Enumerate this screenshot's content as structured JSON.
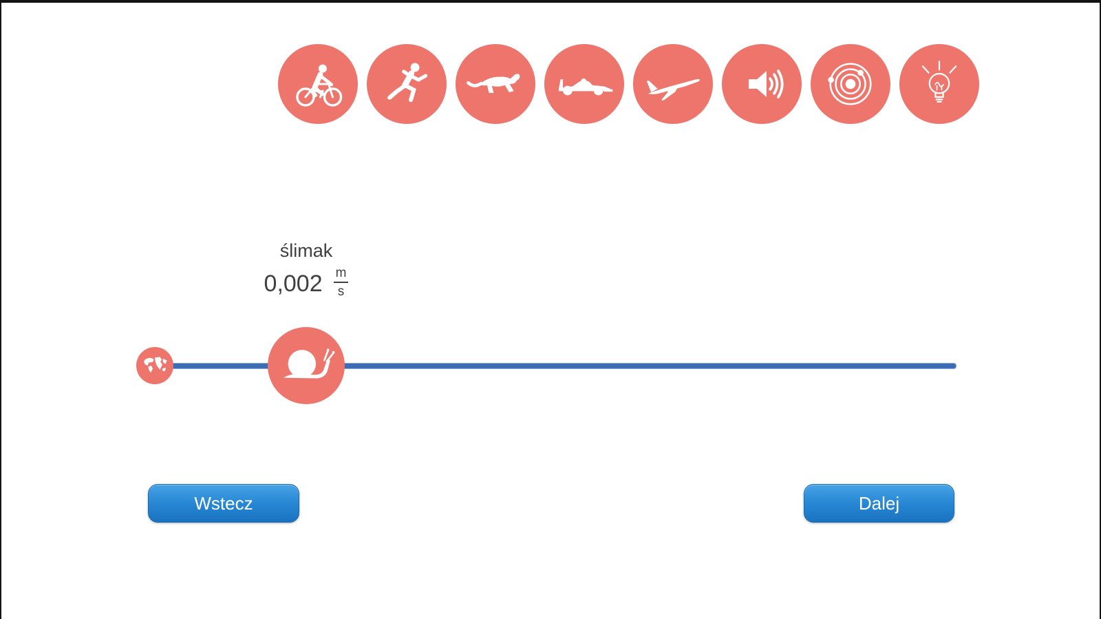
{
  "window": {
    "frame_color": "#141414",
    "background": "#ffffff"
  },
  "speed_icons": {
    "circle_color": "#ed756c",
    "icon_color": "#ffffff",
    "items": [
      {
        "name": "cyclist"
      },
      {
        "name": "runner"
      },
      {
        "name": "cheetah"
      },
      {
        "name": "race-car"
      },
      {
        "name": "airplane"
      },
      {
        "name": "sound"
      },
      {
        "name": "orbit"
      },
      {
        "name": "light"
      }
    ]
  },
  "selection": {
    "label": "ślimak",
    "value": "0,002",
    "unit_numerator": "m",
    "unit_denominator": "s"
  },
  "slider": {
    "track_color": "#3b6cb7",
    "start_marker_icon": "globe",
    "thumb_icon": "snail",
    "thumb_color": "#ed756c"
  },
  "nav": {
    "back_label": "Wstecz",
    "next_label": "Dalej",
    "button_color": "#2585d2"
  }
}
